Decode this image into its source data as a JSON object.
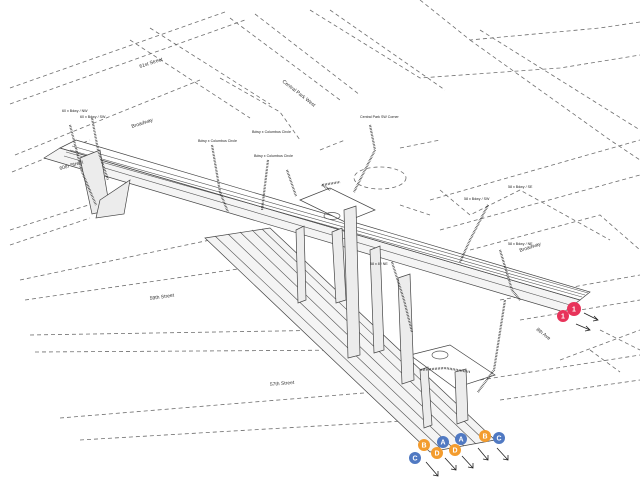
{
  "diagram": {
    "streets": {
      "w61": "61st Street",
      "w60": "60th Street",
      "w59": "59th Street",
      "w57": "57th Street",
      "broadway_north": "Broadway",
      "broadway_south": "Broadway",
      "cpw": "Central Park West",
      "eighth_ave": "8th Ave"
    },
    "entrances": {
      "nw60": "60 x Bdwy / NW",
      "sw60": "60 x Bdwy / SW",
      "bdwy_cc1": "Bdwy x Columbus Circle",
      "bdwy_cc2": "Bdwy x Columbus Circle",
      "bdwy_cc3": "Bdwy x Columbus Circle",
      "cpsw": "Central Park SW Corner",
      "se58": "58 x Bdwy / SE",
      "sw58": "58 x Bdwy / SW",
      "ne58": "58 x Bdwy / NE",
      "eighth58": "58 x 8 / NE"
    },
    "lines": {
      "red_top": "1",
      "red_bottom": "1",
      "b1_top": "B",
      "b1_bottom": "C",
      "b2_top": "A",
      "b2_bottom": "D",
      "b3_top": "A",
      "b3_bottom": "D",
      "b4_top": "B",
      "b4_bottom": "C"
    },
    "colors": {
      "red_line": "#e8335a",
      "orange_line": "#f39c2e",
      "blue_line": "#5079c2"
    }
  }
}
